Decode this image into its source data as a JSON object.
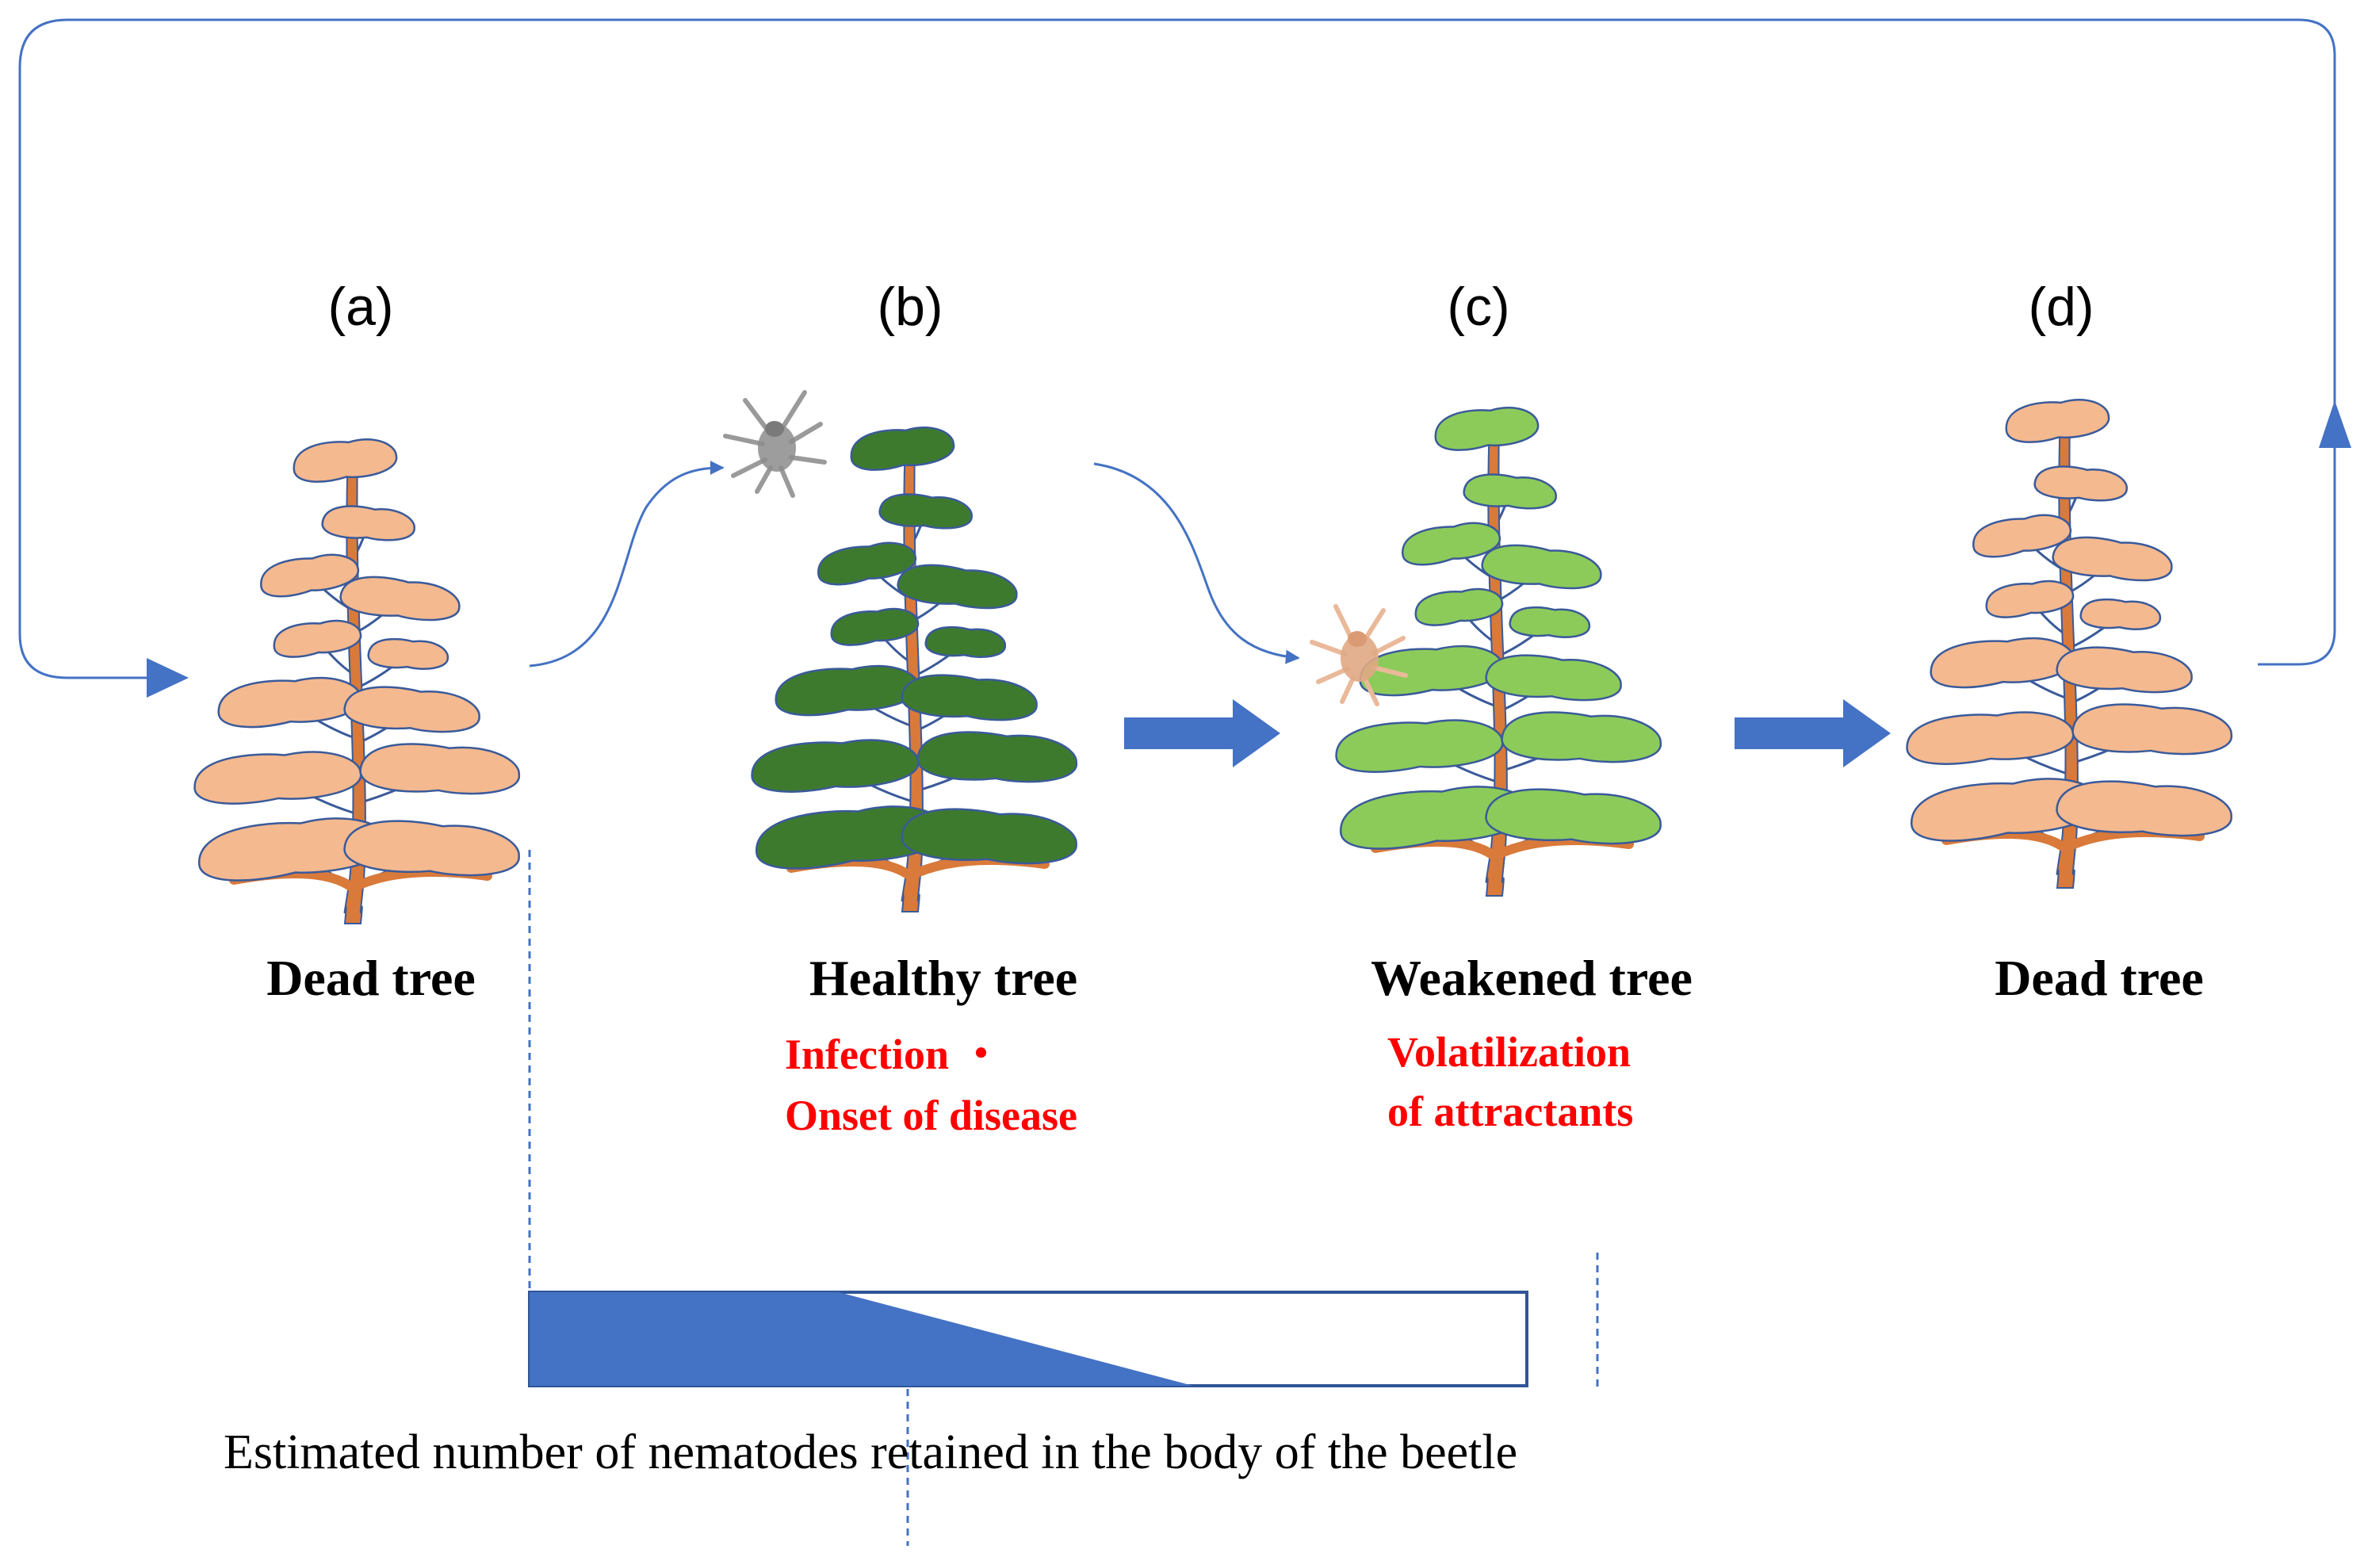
{
  "colors": {
    "dead_foliage": "#F4B98F",
    "healthy_foliage": "#3E7A2E",
    "weakened_foliage": "#8CCB5A",
    "trunk": "#D97A3A",
    "outline": "#3A5A9A",
    "arrow": "#4472C4",
    "note_red": "#FF0000",
    "bar_fill": "#4472C4"
  },
  "panels": [
    {
      "letter": "(a)",
      "label": "Dead tree",
      "state": "dead"
    },
    {
      "letter": "(b)",
      "label": "Healthy tree",
      "state": "healthy",
      "note_lines": [
        "Infection ・",
        "Onset of disease"
      ]
    },
    {
      "letter": "(c)",
      "label": "Weakened tree",
      "state": "weakened",
      "note_lines": [
        "Volatilization",
        "of attractants"
      ]
    },
    {
      "letter": "(d)",
      "label": "Dead tree",
      "state": "dead"
    }
  ],
  "nematode_bar": {
    "caption": "Estimated number of nematodes retained in the body of the beetle"
  },
  "icons": {
    "beetle_healthy": "beetle-gray-icon",
    "beetle_weakened": "beetle-orange-icon"
  }
}
